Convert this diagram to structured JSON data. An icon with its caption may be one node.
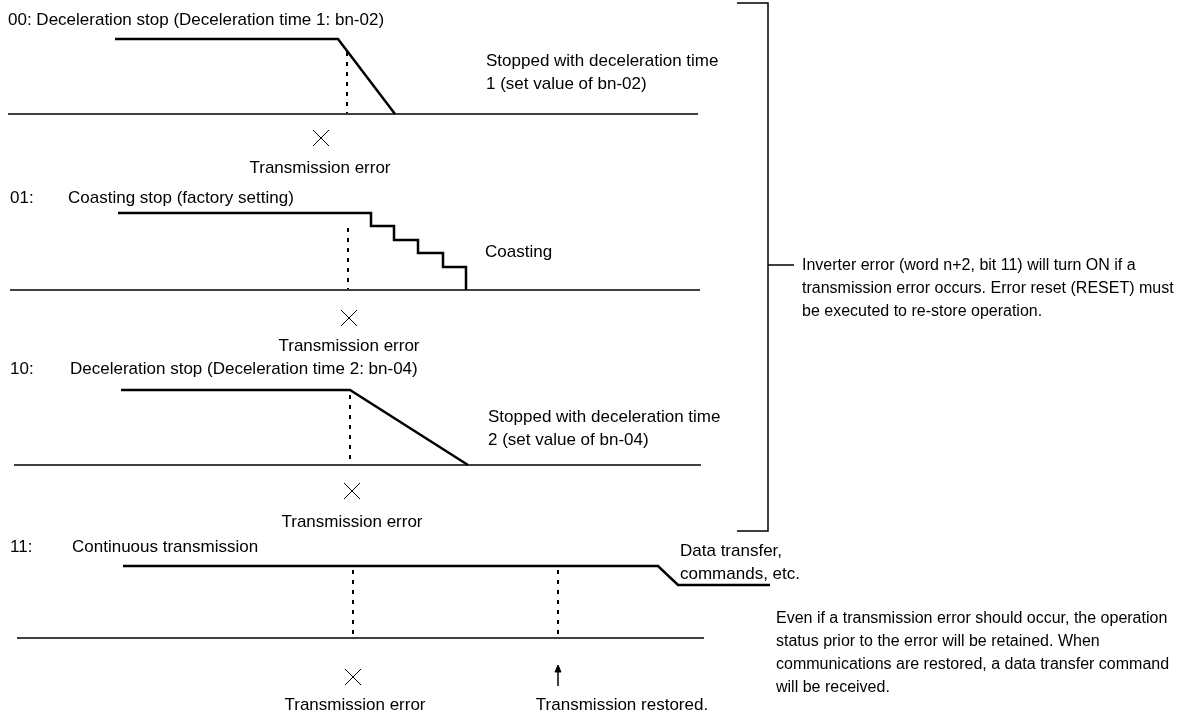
{
  "diagram": {
    "labels": [
      "00: Deceleration stop (Deceleration time 1: bn-02)",
      "Stopped with deceleration time 1 (set value of bn-02)",
      "Transmission error",
      "01:",
      "Coasting stop (factory setting)",
      "Coasting",
      "Inverter error (word n+2, bit 11) will turn ON if a transmission error occurs. Error reset (RESET) must be executed to re-store operation.",
      "Transmission error",
      "10:",
      "Deceleration stop (Deceleration time 2: bn-04)",
      "Stopped with deceleration time 2 (set value of bn-04)",
      "Transmission error",
      "11:",
      "Continuous transmission",
      "Data transfer, commands, etc.",
      "Even if a transmission error should occur, the operation status prior to the error will be retained. When communications are restored, a data transfer command will be received.",
      "Transmission error",
      "Transmission restored."
    ]
  }
}
